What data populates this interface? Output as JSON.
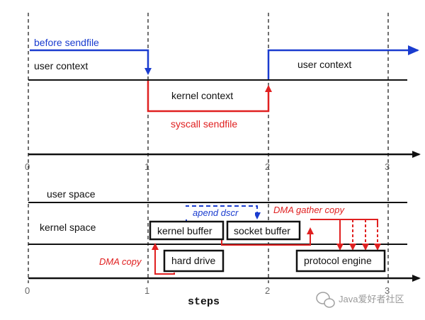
{
  "colors": {
    "blue": "#1a3ccf",
    "red": "#e02020",
    "black": "#111111"
  },
  "top": {
    "before_sendfile": "before sendfile",
    "user_context_left": "user context",
    "user_context_right": "user context",
    "kernel_context": "kernel context",
    "syscall_sendfile": "syscall sendfile"
  },
  "ticks_top": [
    "0",
    "1",
    "2",
    "3"
  ],
  "bottom": {
    "user_space": "user space",
    "kernel_space": "kernel space",
    "append_descr": "apend dscr",
    "dma_gather_copy": "DMA gather copy",
    "dma_copy": "DMA copy",
    "boxes": {
      "kernel_buffer": "kernel buffer",
      "socket_buffer": "socket buffer",
      "hard_drive": "hard drive",
      "protocol_engine": "protocol engine"
    }
  },
  "ticks_bottom": [
    "0",
    "1",
    "2",
    "3"
  ],
  "axis_label": "steps",
  "watermark": {
    "icon": "wechat-bubble-icon",
    "text": "Java爱好者社区"
  }
}
